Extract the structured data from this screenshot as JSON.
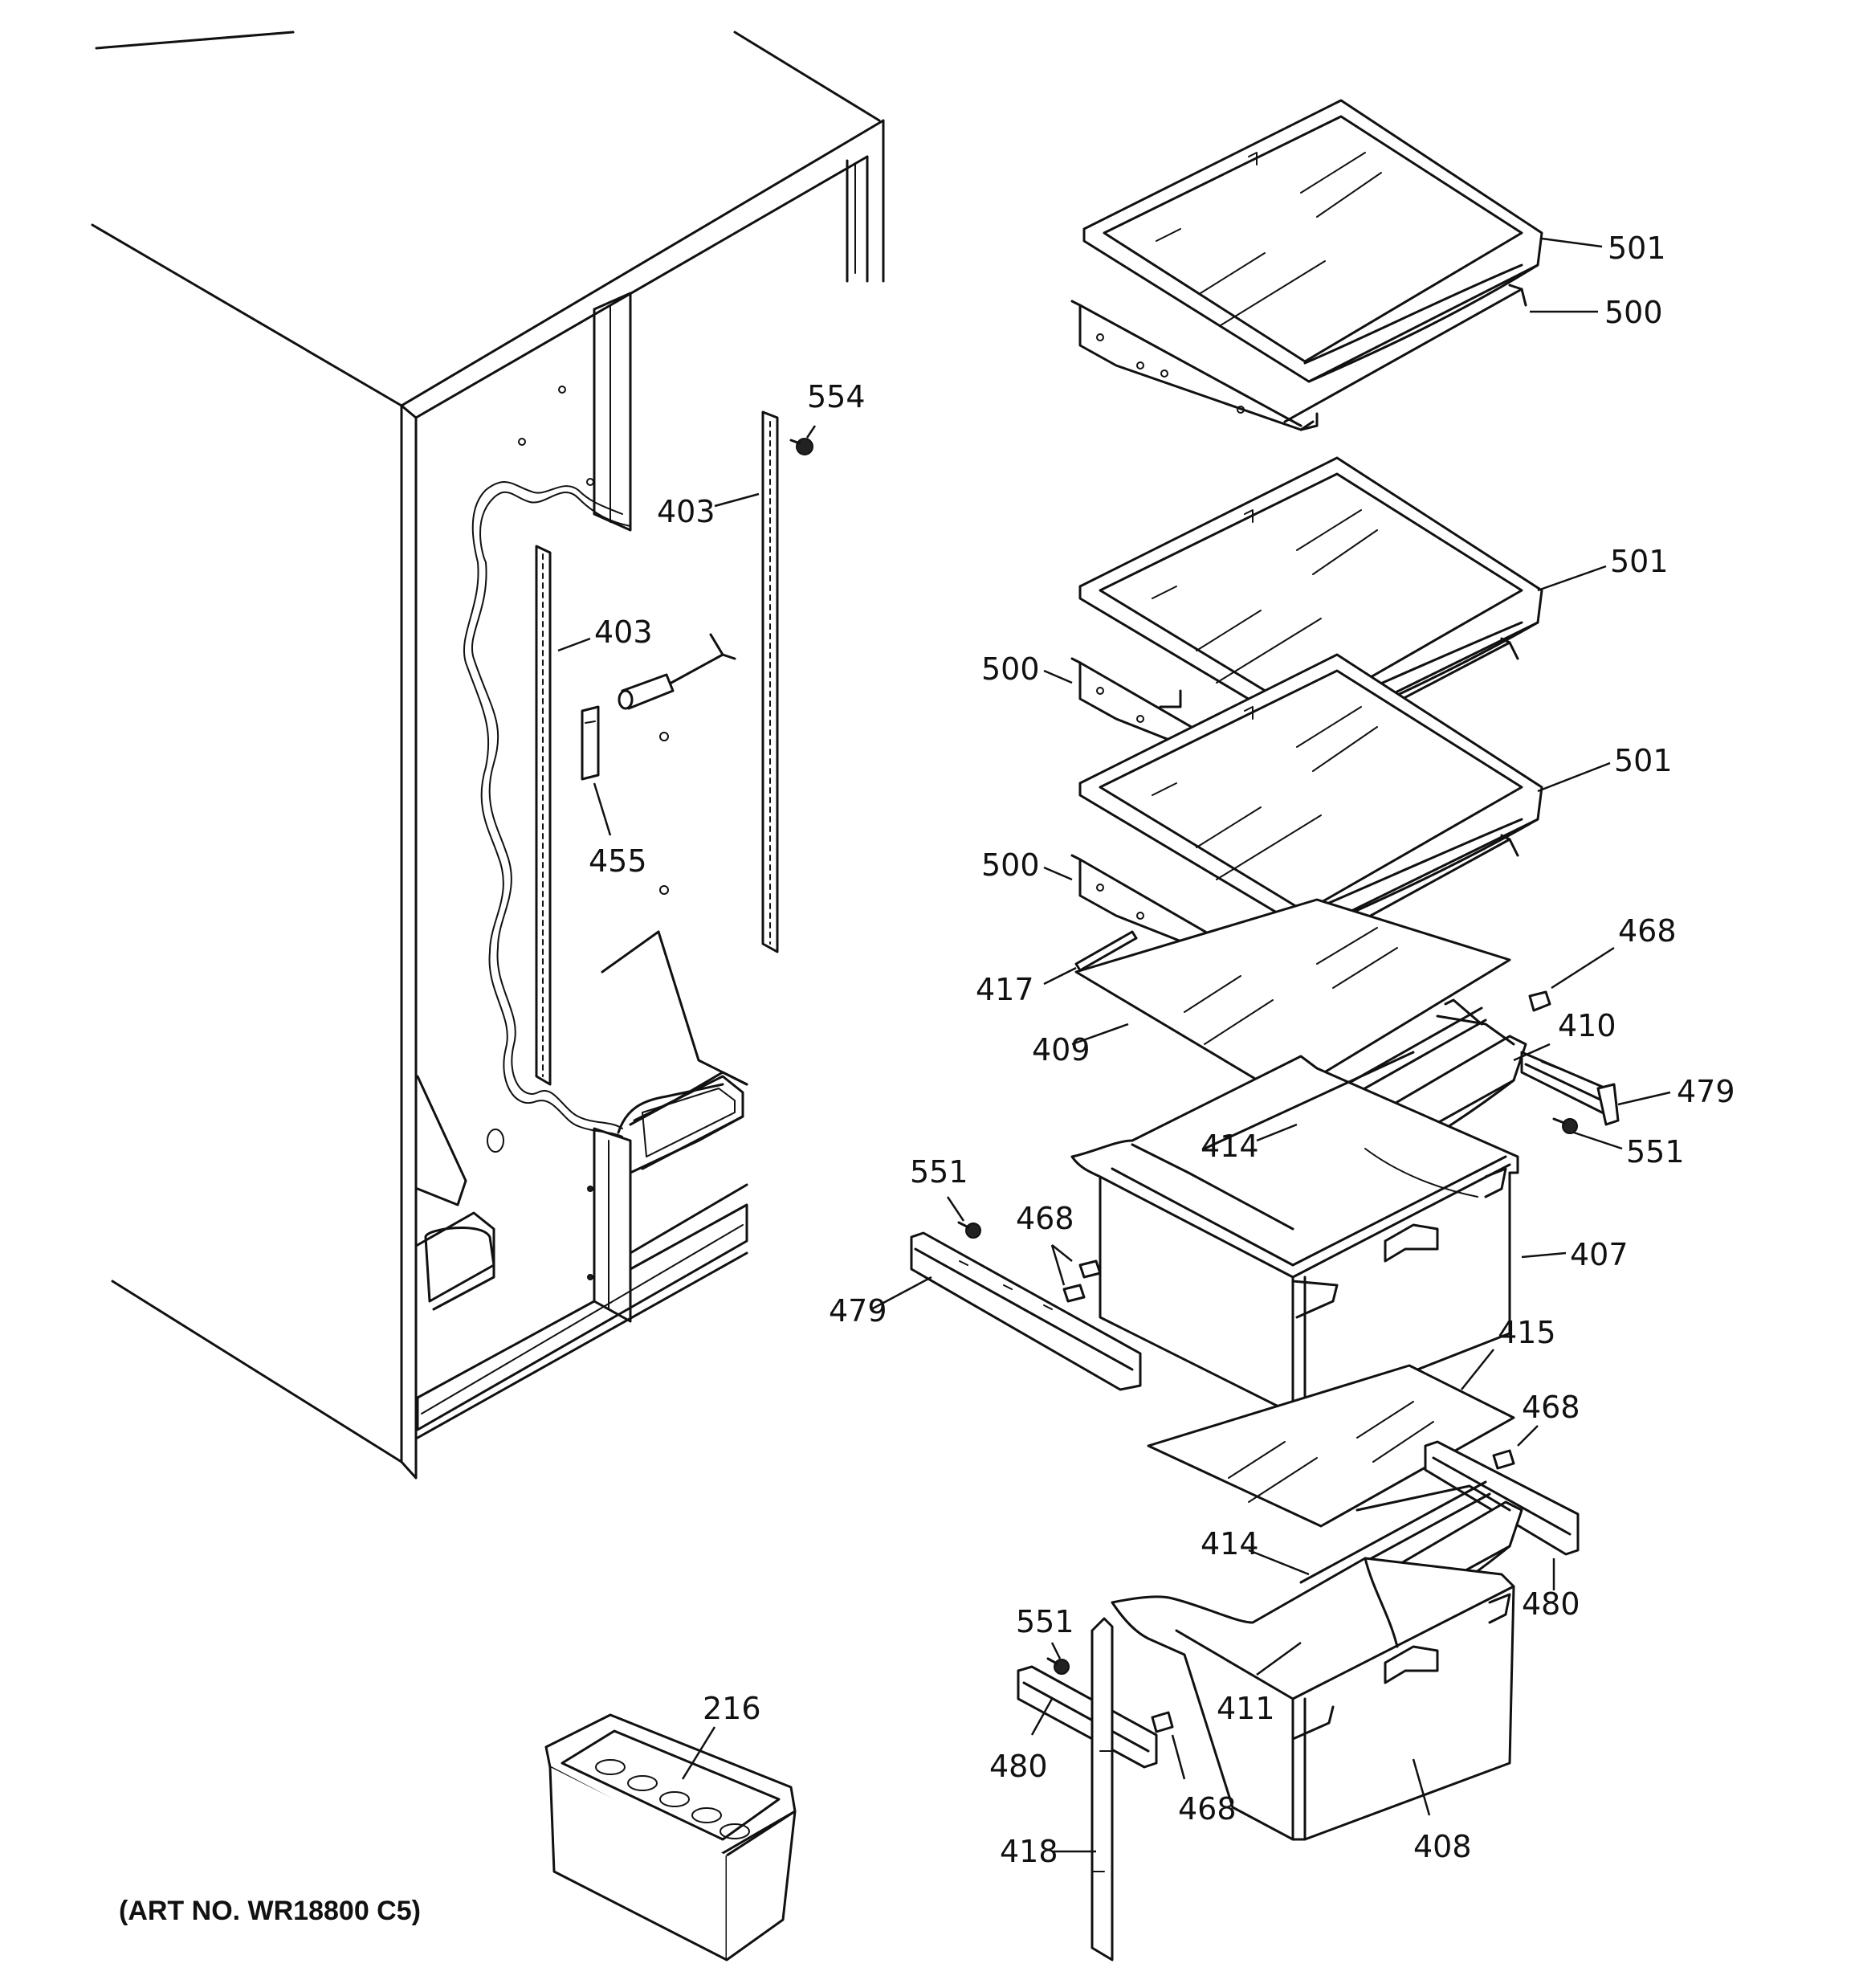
{
  "diagram": {
    "art_number": "(ART NO. WR18800 C5)",
    "callouts": {
      "c501a": "501",
      "c500a": "500",
      "c554": "554",
      "c403a": "403",
      "c403b": "403",
      "c455": "455",
      "c501b": "501",
      "c500b": "500",
      "c501c": "501",
      "c500c": "500",
      "c468a": "468",
      "c417": "417",
      "c410": "410",
      "c409": "409",
      "c479a": "479",
      "c414a": "414",
      "c551a": "551",
      "c551b": "551",
      "c468b": "468",
      "c407": "407",
      "c479b": "479",
      "c415": "415",
      "c468c": "468",
      "c414b": "414",
      "c480a": "480",
      "c551c": "551",
      "c216": "216",
      "c411": "411",
      "c480b": "480",
      "c468d": "468",
      "c408": "408",
      "c418": "418"
    }
  }
}
